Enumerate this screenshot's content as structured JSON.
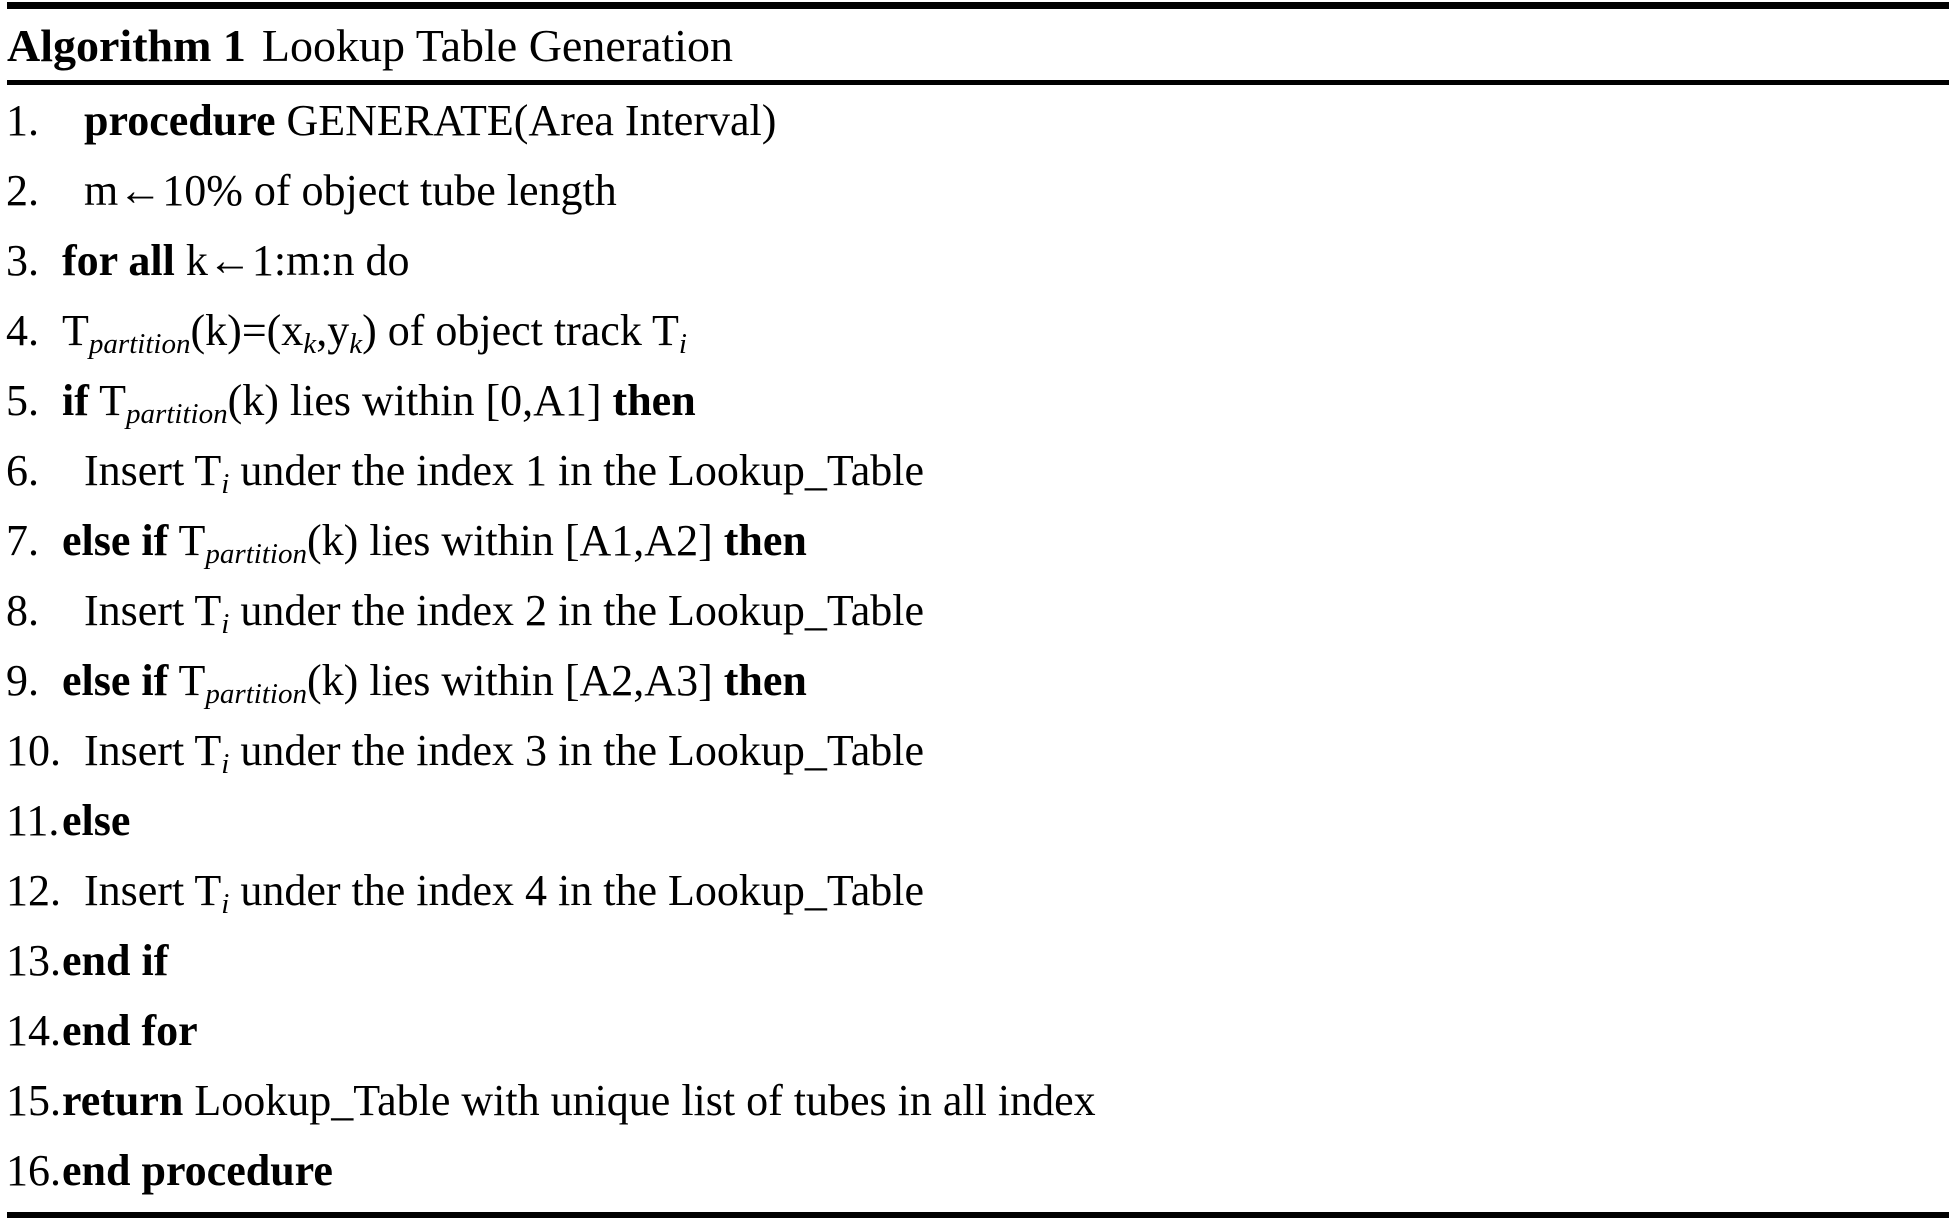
{
  "algorithm": {
    "label": "Algorithm 1",
    "name": "Lookup Table Generation",
    "bottom_rule": true,
    "lines": [
      {
        "num": "1.",
        "indent": 1,
        "text": "procedure GENERATE(Area Interval)"
      },
      {
        "num": "2.",
        "indent": 1,
        "text": "m←10% of object tube length"
      },
      {
        "num": "3.",
        "indent": 0,
        "text": "for all k←1:m:n do"
      },
      {
        "num": "4.",
        "indent": 0,
        "text": "Tpartition(k)=(xk,yk) of object track Ti"
      },
      {
        "num": "5.",
        "indent": 0,
        "text": "if Tpartition(k) lies within [0,A1] then"
      },
      {
        "num": "6.",
        "indent": 1,
        "text": "Insert Ti under the index 1 in the Lookup_Table"
      },
      {
        "num": "7.",
        "indent": 0,
        "text": "else if Tpartition(k) lies within [A1,A2] then"
      },
      {
        "num": "8.",
        "indent": 1,
        "text": "Insert Ti under the index 2 in the Lookup_Table"
      },
      {
        "num": "9.",
        "indent": 0,
        "text": "else if Tpartition(k) lies within [A2,A3] then"
      },
      {
        "num": "10.",
        "indent": 1,
        "text": "Insert Ti under the index 3 in the Lookup_Table"
      },
      {
        "num": "11.",
        "indent": 0,
        "text": "else"
      },
      {
        "num": "12.",
        "indent": 1,
        "text": "Insert Ti under the index 4 in the Lookup_Table"
      },
      {
        "num": "13.",
        "indent": 0,
        "text": "end if"
      },
      {
        "num": "14.",
        "indent": 0,
        "text": "end for"
      },
      {
        "num": "15.",
        "indent": 0,
        "text": "return Lookup_Table with unique list of tubes in all index"
      },
      {
        "num": "16.",
        "indent": 0,
        "text": "end procedure"
      }
    ],
    "line_markup": [
      "<span class=\"kw\">procedure</span> GENERATE(Area Interval)",
      "m←10% of object tube length",
      "<span class=\"kw\">for all</span> k←1:m:n do",
      "T<span class=\"sub\">partition</span>(k)=(x<span class=\"sub\">k</span>,y<span class=\"sub\">k</span>) of object track T<span class=\"sub\">i</span>",
      "<span class=\"kw\">if</span> T<span class=\"sub\">partition</span>(k) lies within [0,A1] <span class=\"kw\">then</span>",
      "Insert T<span class=\"sub\">i</span> under the index 1 in the Lookup_Table",
      "<span class=\"kw\">else if</span> T<span class=\"sub\">partition</span>(k) lies within [A1,A2] <span class=\"kw\">then</span>",
      "Insert T<span class=\"sub\">i</span> under the index 2 in the Lookup_Table",
      "<span class=\"kw\">else if</span> T<span class=\"sub\">partition</span>(k) lies within [A2,A3] <span class=\"kw\">then</span>",
      "Insert T<span class=\"sub\">i</span> under the index 3 in the Lookup_Table",
      "<span class=\"kw\">else</span>",
      "Insert T<span class=\"sub\">i</span> under the index 4 in the Lookup_Table",
      "<span class=\"kw\">end if</span>",
      "<span class=\"kw\">end for</span>",
      "<span class=\"kw\">return</span> Lookup_Table with unique list of tubes in all index",
      "<span class=\"kw\">end procedure</span>"
    ]
  }
}
